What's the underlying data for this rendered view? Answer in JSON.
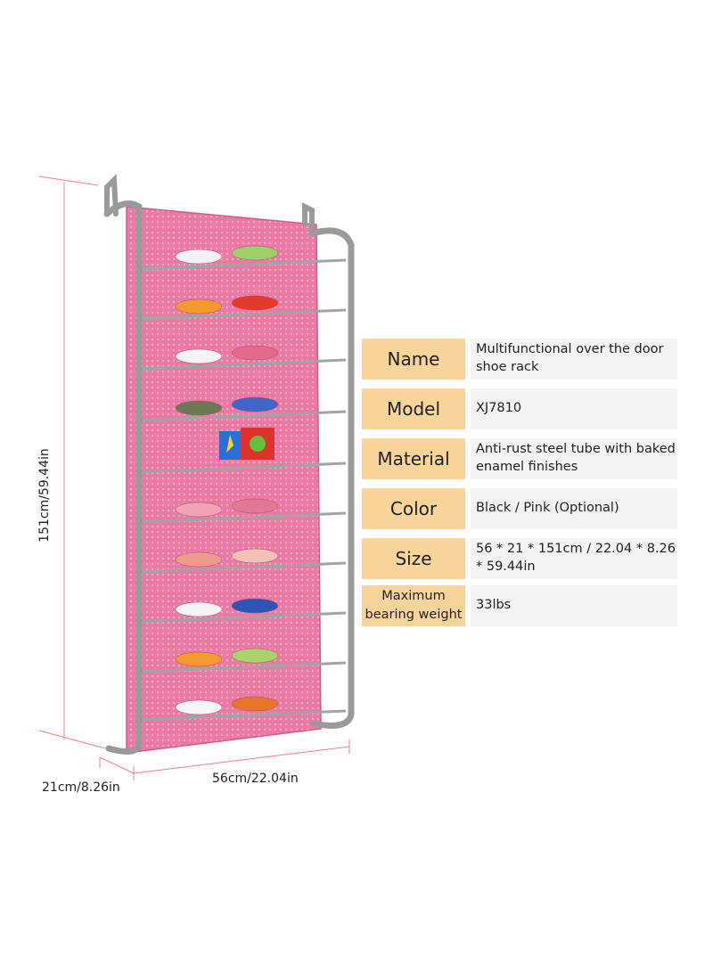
{
  "product": {
    "image_alt": "Multifunctional over the door shoe rack",
    "rack_color": "#e8709e",
    "frame_color": "#9a9a9a"
  },
  "dimensions": {
    "height": "151cm/59.44in",
    "width": "56cm/22.04in",
    "depth": "21cm/8.26in"
  },
  "specs": [
    {
      "label": "Name",
      "value": "Multifunctional over the door shoe rack"
    },
    {
      "label": "Model",
      "value": "XJ7810"
    },
    {
      "label": "Material",
      "value": "Anti-rust steel tube with baked enamel finishes"
    },
    {
      "label": "Color",
      "value": "Black / Pink (Optional)"
    },
    {
      "label": "Size",
      "value": "56 * 21 * 151cm / 22.04 * 8.26 * 59.44in"
    },
    {
      "label": "Maximum bearing weight",
      "value": "33lbs"
    }
  ],
  "colors": {
    "label_bg": "#f8d39a",
    "value_bg": "#f3f3f3",
    "dimension_line": "#f08080"
  }
}
